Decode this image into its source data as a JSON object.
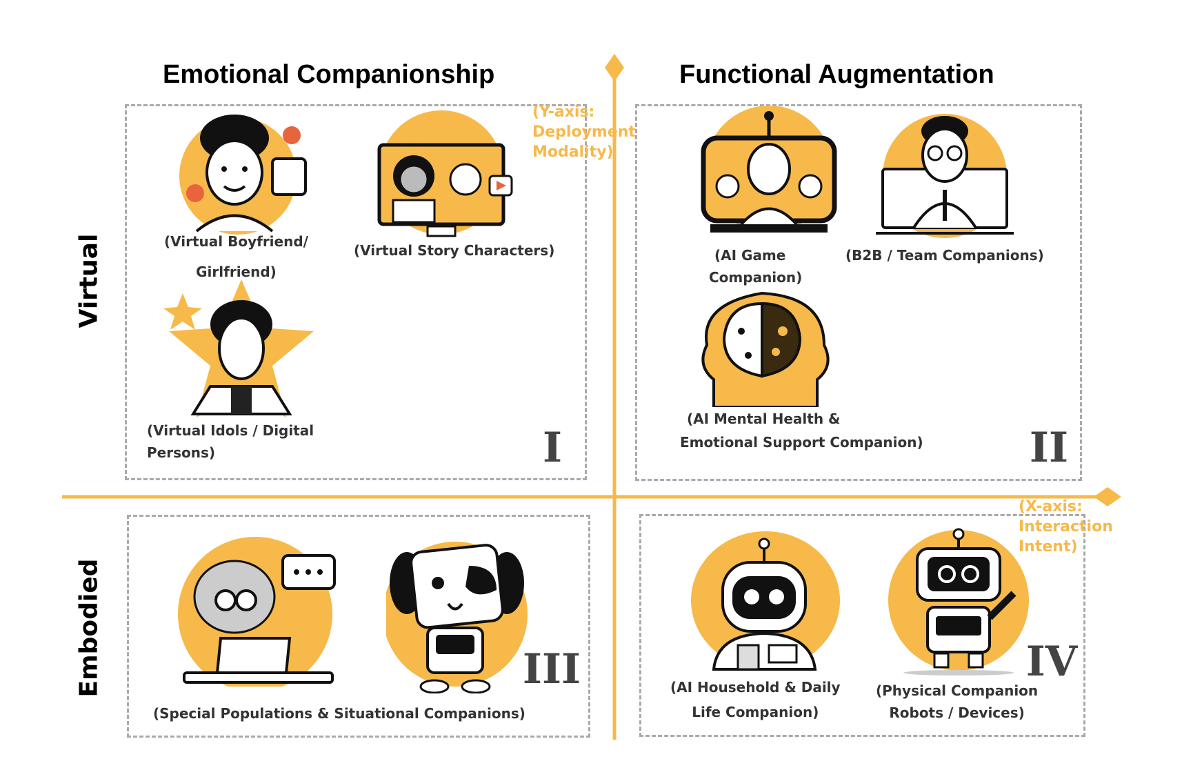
{
  "titles": {
    "left": "Emotional Companionship",
    "right": "Functional Augmentation"
  },
  "rows": {
    "top": "Virtual",
    "bottom": "Embodied"
  },
  "axes": {
    "y_label": [
      "(Y-axis:",
      "Deployment",
      "Modality)"
    ],
    "x_label": [
      "(X-axis:",
      "Interaction",
      "Intent)"
    ]
  },
  "quadrants": {
    "q1": {
      "numeral": "I",
      "items": [
        {
          "label": [
            "(Virtual Boyfriend/",
            "Girlfriend)"
          ],
          "icon": "companion-person-icon"
        },
        {
          "label": [
            "(Virtual Story Characters)"
          ],
          "icon": "story-characters-monitor-icon"
        },
        {
          "label": [
            "(Virtual Idols / Digital",
            "Persons)"
          ],
          "icon": "idol-star-icon"
        }
      ]
    },
    "q2": {
      "numeral": "II",
      "items": [
        {
          "label": [
            "(AI Game",
            "Companion)"
          ],
          "icon": "game-screen-icon"
        },
        {
          "label": [
            "(B2B / Team Companions)"
          ],
          "icon": "team-meeting-icon"
        },
        {
          "label": [
            "(AI Mental Health &",
            "Emotional Support Companion)"
          ],
          "icon": "brain-head-icon"
        }
      ]
    },
    "q3": {
      "numeral": "III",
      "items": [
        {
          "label": [
            "(Special Populations & Situational Companions)"
          ],
          "icon": "elder-laptop-icon"
        },
        {
          "label": [],
          "icon": "robot-dog-icon"
        }
      ]
    },
    "q4": {
      "numeral": "IV",
      "items": [
        {
          "label": [
            "(AI Household & Daily",
            "Life Companion)"
          ],
          "icon": "household-robot-icon"
        },
        {
          "label": [
            "(Physical Companion",
            "Robots / Devices)"
          ],
          "icon": "companion-robot-icon"
        }
      ]
    }
  },
  "colors": {
    "accent": "#f6b94a",
    "dashed": "#a9a9a9",
    "heart": "#e8643c"
  }
}
